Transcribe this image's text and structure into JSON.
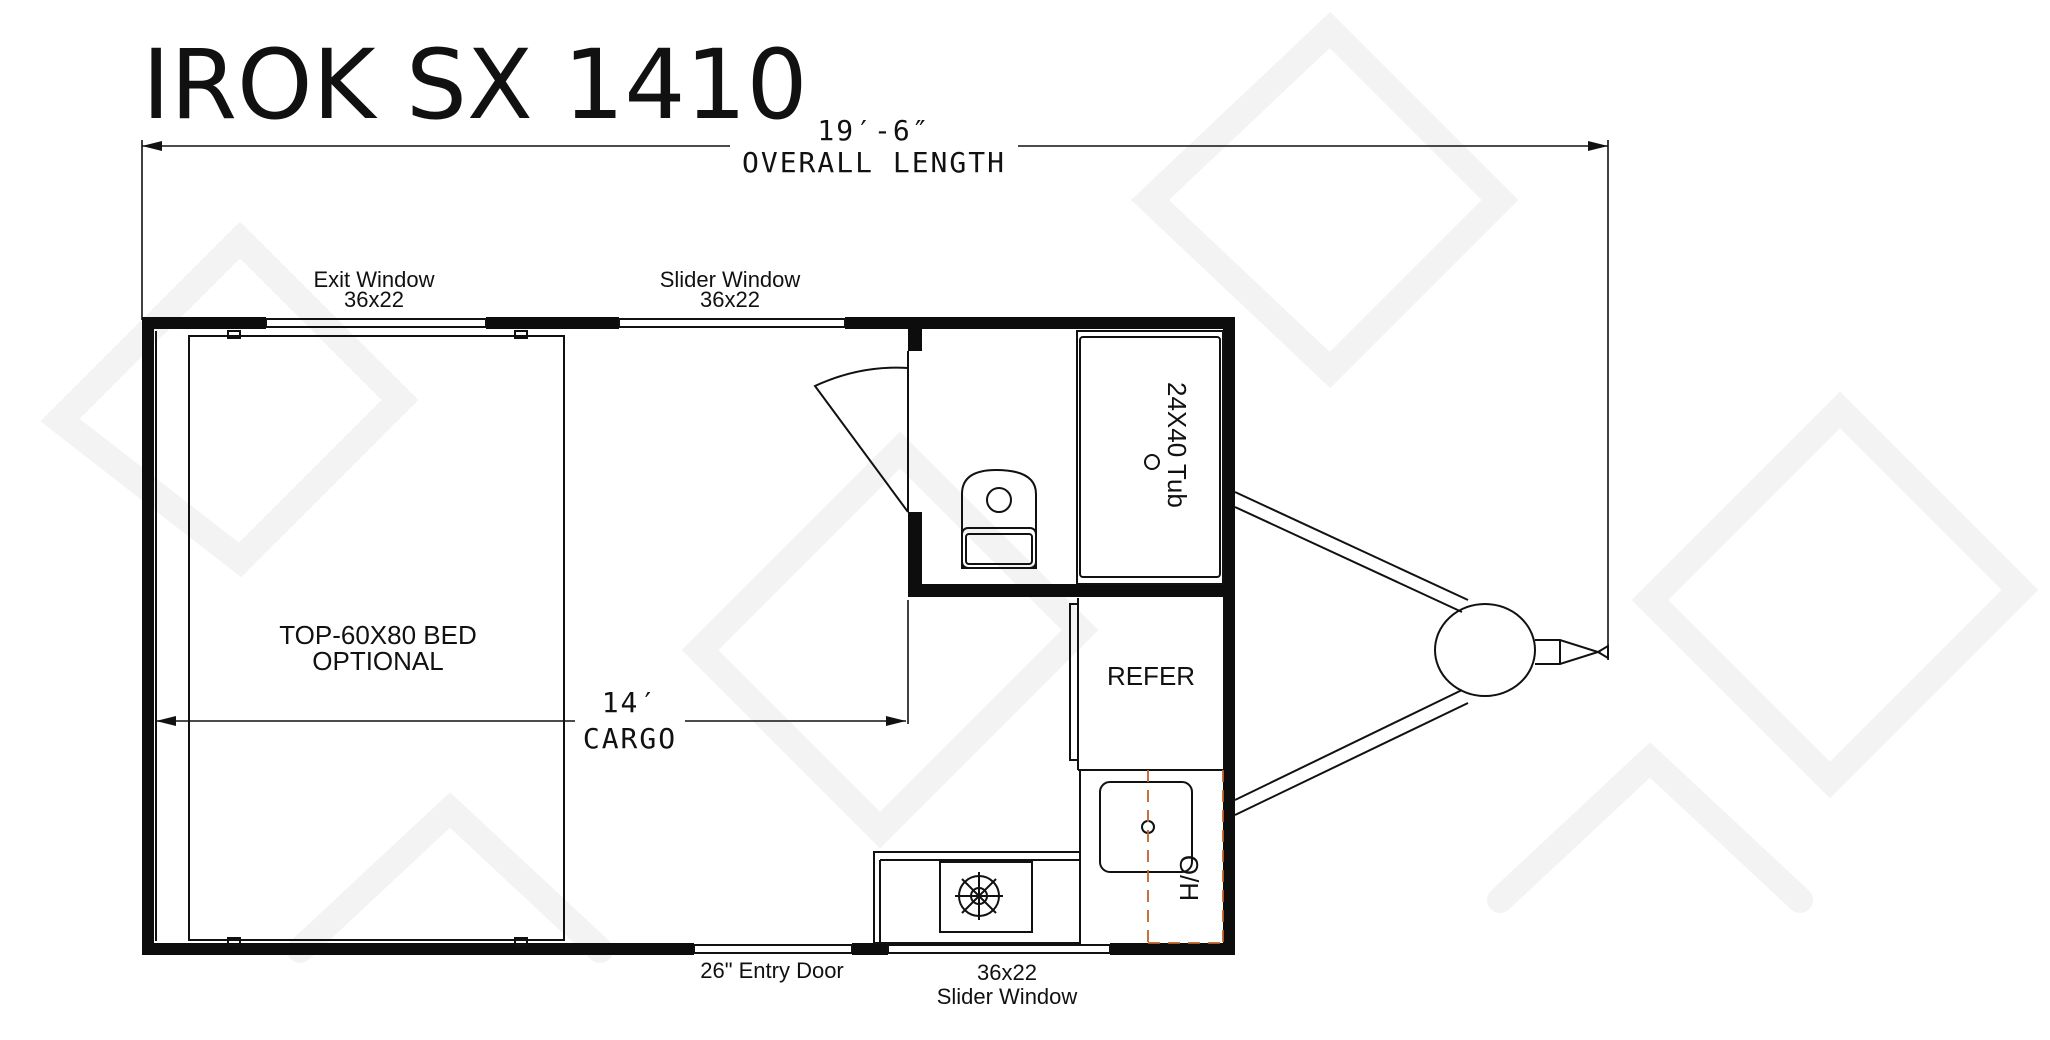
{
  "title": "IROK SX 1410",
  "overall": {
    "dimension": "19′-6″",
    "label": "OVERALL LENGTH"
  },
  "cargo": {
    "dimension": "14′",
    "label": "CARGO"
  },
  "windows": {
    "exit": {
      "name": "Exit Window",
      "size": "36x22"
    },
    "slider_top": {
      "name": "Slider Window",
      "size": "36x22"
    },
    "slider_bottom": {
      "name": "Slider Window",
      "size": "36x22"
    }
  },
  "entry_door": "26\" Entry Door",
  "bed": {
    "line1": "TOP-60X80 BED",
    "line2": "OPTIONAL"
  },
  "tub": "24X40 Tub",
  "refer": "REFER",
  "overhead": "O/H",
  "colors": {
    "walls": "#0d0d0d",
    "lines": "#111111",
    "overhead_dash": "#c0622a",
    "watermark": "#f2f2f2"
  }
}
